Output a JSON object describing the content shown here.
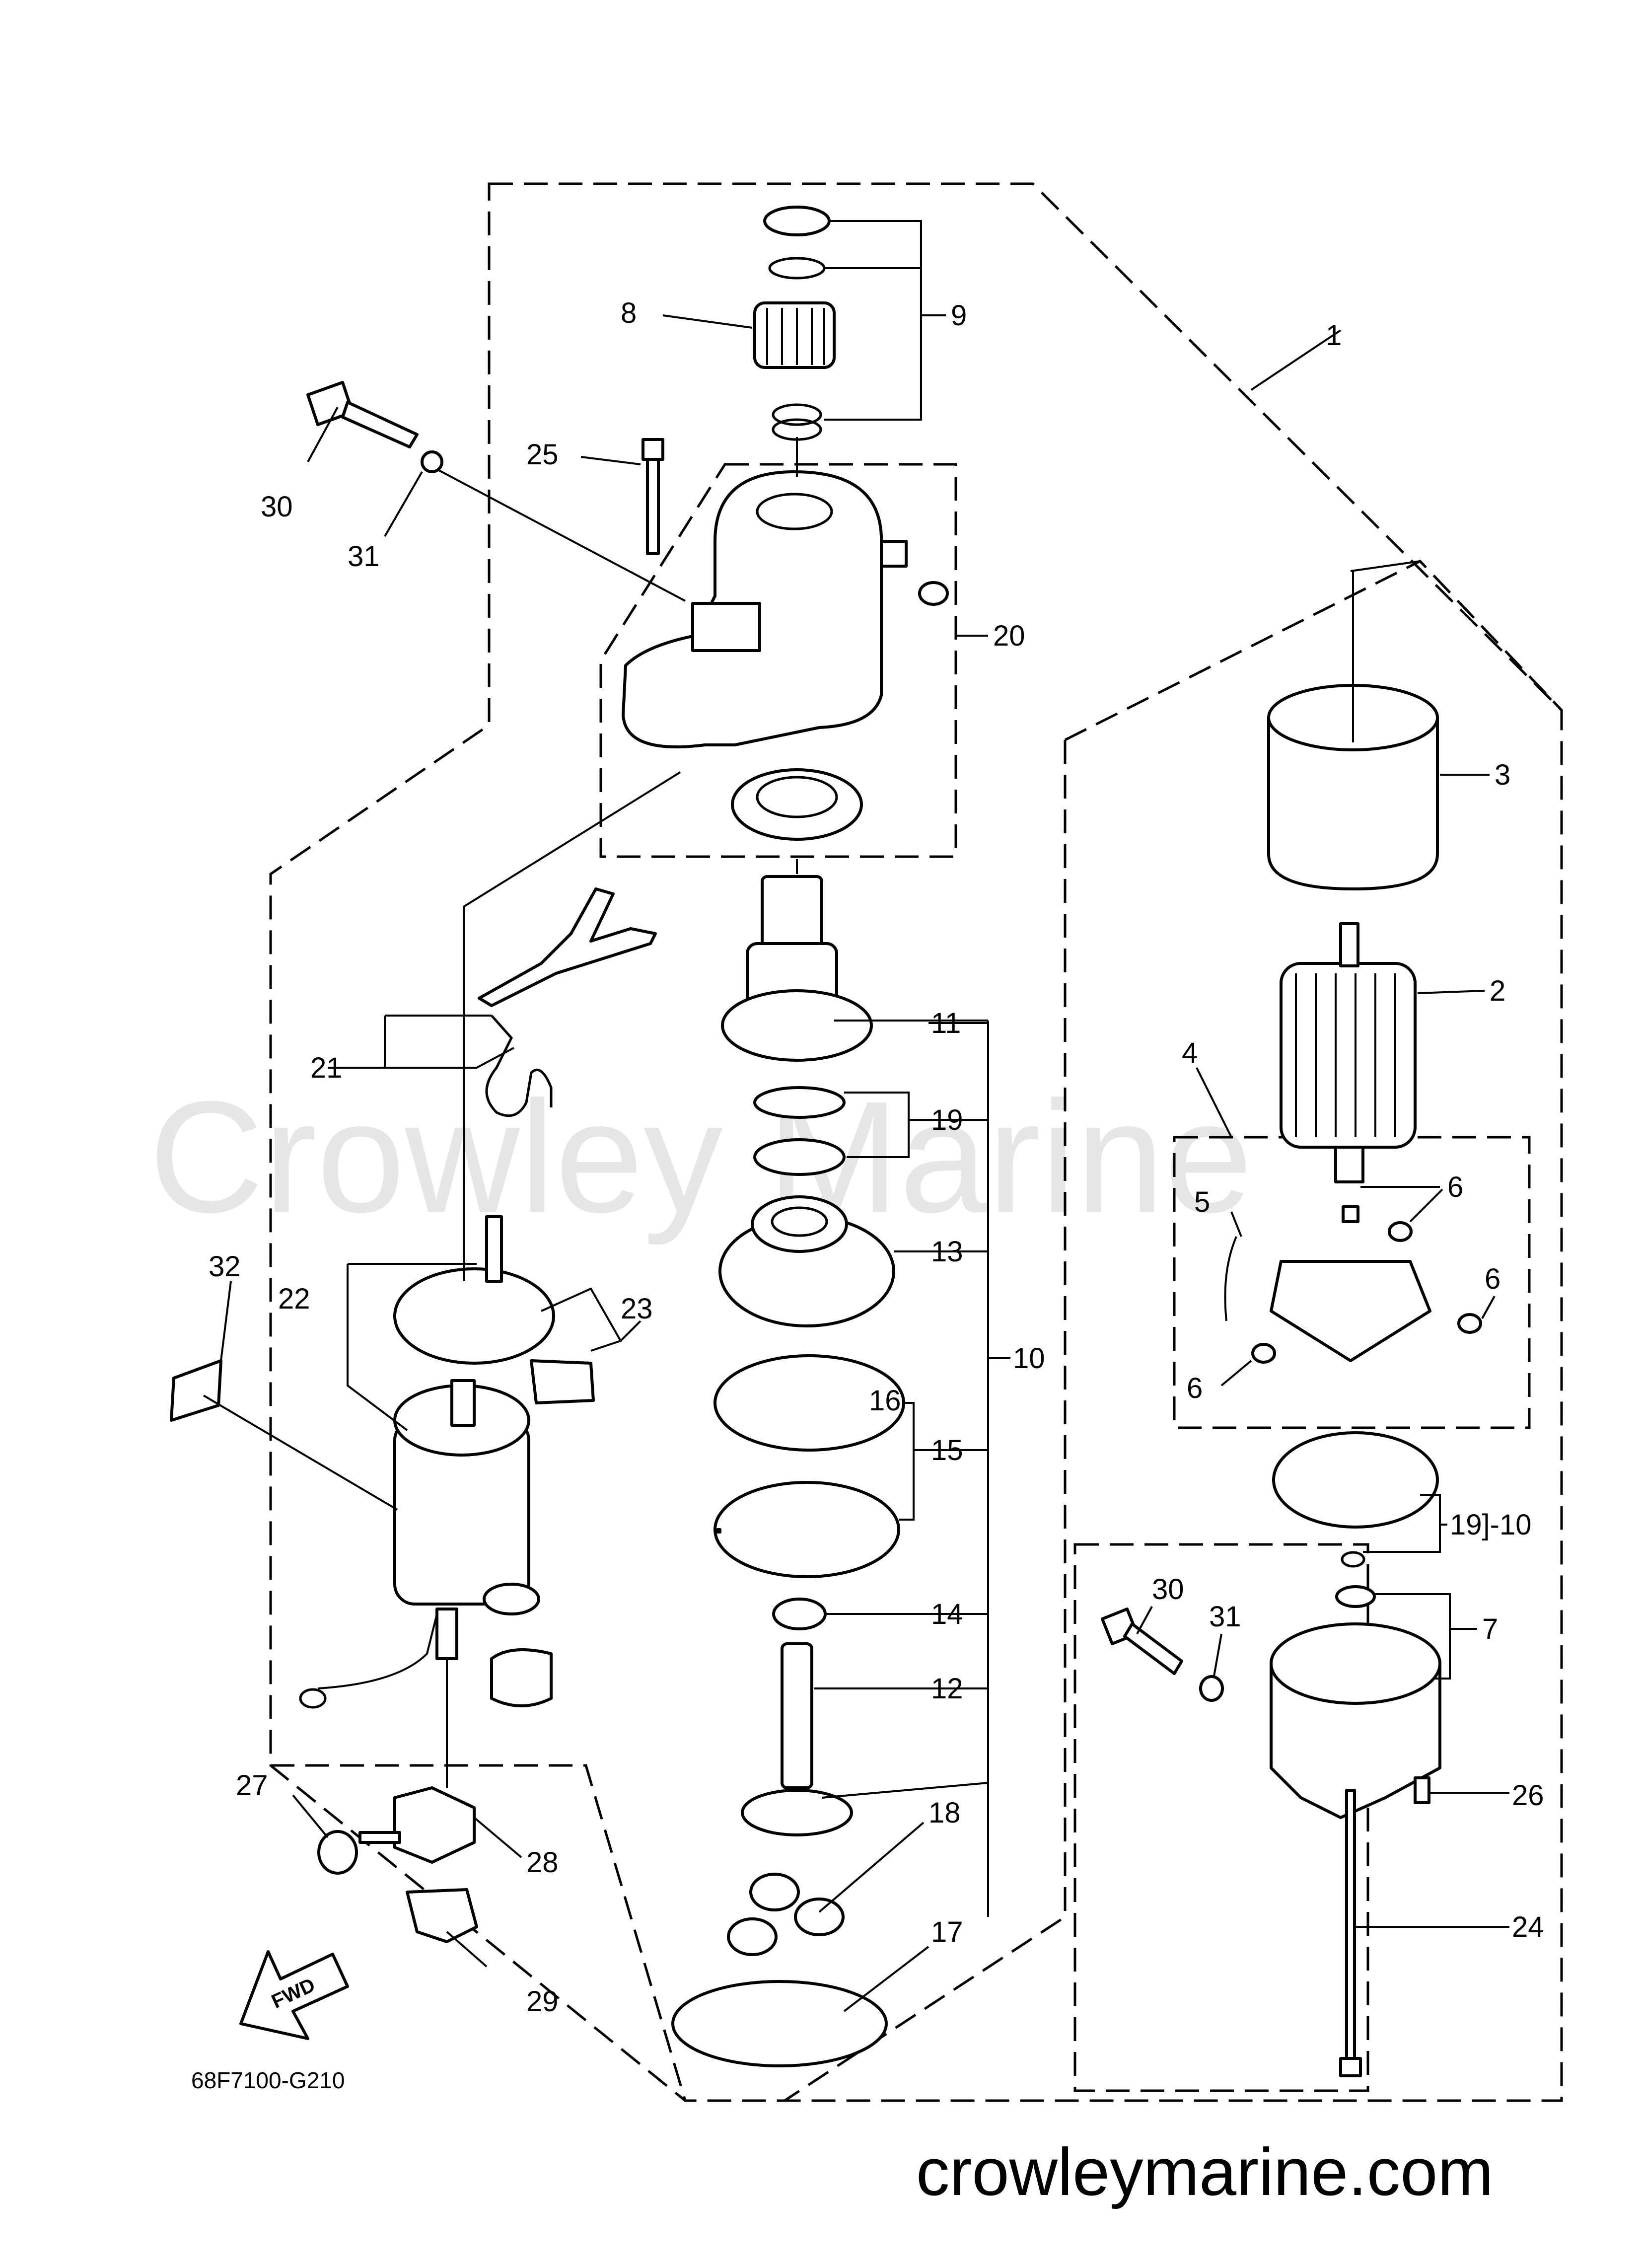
{
  "watermark": "Crowley Marine",
  "site_url": "crowleymarine.com",
  "diagram_code": "68F7100-G210",
  "fwd_label": "FWD",
  "callouts": {
    "c1": "1",
    "c2": "2",
    "c3": "3",
    "c4": "4",
    "c5": "5",
    "c6a": "6",
    "c6b": "6",
    "c6c": "6",
    "c7": "7",
    "c8": "8",
    "c9": "9",
    "c10": "10",
    "c11": "11",
    "c12": "12",
    "c13": "13",
    "c14": "14",
    "c15": "15",
    "c16": "16",
    "c17": "17",
    "c18": "18",
    "c19": "19",
    "c19_10": "19]-10",
    "c20": "20",
    "c21": "21",
    "c22": "22",
    "c23": "23",
    "c24": "24",
    "c25": "25",
    "c26": "26",
    "c27": "27",
    "c28": "28",
    "c29": "29",
    "c30a": "30",
    "c30b": "30",
    "c31a": "31",
    "c31b": "31",
    "c32": "32"
  }
}
